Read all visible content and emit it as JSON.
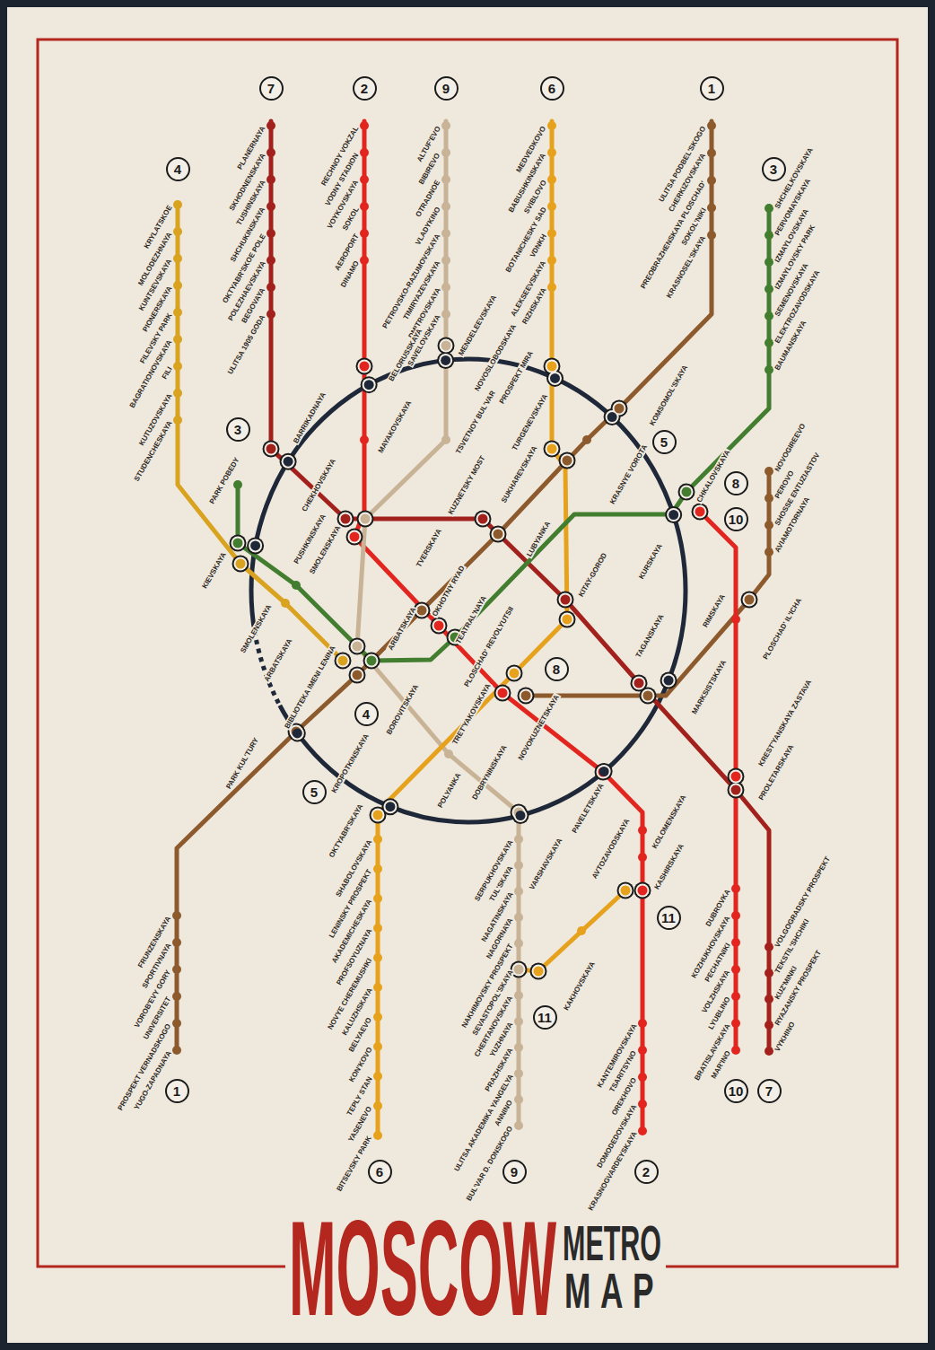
{
  "diagram": {
    "title": "MOSCOW",
    "nodes": [
      {
        "text": [
          "7"
        ]
      },
      {
        "text": [
          "2"
        ]
      },
      {
        "text": [
          "9"
        ]
      },
      {
        "text": [
          "6"
        ]
      },
      {
        "text": [
          "1"
        ]
      },
      {
        "text": [
          "4"
        ]
      },
      {
        "text": [
          "3"
        ]
      },
      {
        "text": [
          "3"
        ]
      },
      {
        "text": [
          "5"
        ]
      },
      {
        "text": [
          "8"
        ]
      },
      {
        "text": [
          "10"
        ]
      },
      {
        "text": [
          "8"
        ]
      },
      {
        "text": [
          "4"
        ]
      },
      {
        "text": [
          "5"
        ]
      },
      {
        "text": [
          "11"
        ]
      },
      {
        "text": [
          "11"
        ]
      },
      {
        "text": [
          "1"
        ]
      },
      {
        "text": [
          "10"
        ]
      },
      {
        "text": [
          "7"
        ]
      },
      {
        "text": [
          "6"
        ]
      },
      {
        "text": [
          "9"
        ]
      },
      {
        "text": [
          "2"
        ]
      }
    ],
    "labels": [
      "KRYLATSKOE",
      "MOLODEZHNAYA",
      "KUNTSEVSKAYA",
      "PIONERSKAYA",
      "FILEVSKY PARK",
      "BAGRATIONOVSKAYA",
      "FILI",
      "KUTUZOVSKAYA",
      "STUDENCHESKAYA",
      "PLANERNAYA",
      "SKHODNENSKAYA",
      "TUSHINSKAYA",
      "SHCHUKINSKAYA",
      "OKTYABR'SKOE POLE",
      "POLEZHAEVSKAYA",
      "BEGOVAYA",
      "ULITSA 1905 GODA",
      "RECHNOY VOKZAL",
      "VODNY STADION",
      "VOYKOVSKAYA",
      "SOKOL",
      "AEROPORT",
      "DINAMO",
      "ALTUF'EVO",
      "BIBIREVO",
      "OTRADNOE",
      "VLADYKINO",
      "PETROVSKO-RAZUMOVSKAYA",
      "TIMIRYAZEVSKAYA",
      "DMITROVSKAYA",
      "SAVELOVSKAYA",
      "MEDVEDKOVO",
      "BABUSHKINSKAYA",
      "SVIBLOVO",
      "BOTANICHESKY SAD",
      "VDNKH",
      "ALEKSEEVSKAYA",
      "RIZHSKAYA",
      "ULITSA PODBEL'SKOGO",
      "CHERKIZOVSKAYA",
      "PREOBRAZHENSKAYA PLOSCHAD'",
      "SOKOL'NIKI",
      "KRASNOSEL'SKAYA",
      "SHCHELKOVSKAYA",
      "PERVOMAYSKAYA",
      "IZMAYLOVSKAYA",
      "IZMAYLOVSKY PARK",
      "SEMENOVSKAYA",
      "ELEKTROZAVODSKAYA",
      "BAUMANSKAYA",
      "NOVOGIREEVO",
      "PEROVO",
      "SHOSSE ENTUZIASTOV",
      "AVIAMOTORNAYA",
      "MENDELEEVSKAYA",
      "NOVOSLOBODSKAYA",
      "BELORUSSKAYA",
      "PROSPEKT MIRA",
      "KOMSOMOL'SKAYA",
      "BARRIKADNAYA",
      "MAYAKOVSKAYA",
      "TSVETNOY BUL'VAR",
      "SUKHAREVSKAYA",
      "TURGENEVSKAYA",
      "KRASNYE VOROTA",
      "CHEKHOVSKAYA",
      "PUSHKINSKAYA",
      "TVERSKAYA",
      "KUZNETSKY MOST",
      "LUBYANKA",
      "OKHOTNY RYAD",
      "TEATRAL'NAYA",
      "PLOSCHAD' REVOLYUTSII",
      "KITAY-GOROD",
      "KURSKAYA",
      "CHKALOVSKAYA",
      "RIMSKAYA",
      "PLOSCHAD' IL'ICHA",
      "KIEVSKAYA",
      "PARK POBEDY",
      "SMOLENSKAYA",
      "SMOLENSKAYA",
      "ARBATSKAYA",
      "ARBATSKAYA",
      "BIBLIOTEKA IMENI LENINA",
      "BOROVITSKAYA",
      "KROPOTKINSKAYA",
      "TRET'YAKOVSKAYA",
      "NOVOKUZNETSKAYA",
      "TAGANSKAYA",
      "MARKSISTSKAYA",
      "PAVELETSKAYA",
      "DOBRYNINSKAYA",
      "POLYANKA",
      "OKTYABR'SKAYA",
      "PARK KUL'TURY",
      "KREST'YANSKAYA ZASTAVA",
      "PROLETARSKAYA",
      "VARSHAVSKAYA",
      "KAKHOVSKAYA",
      "AVTOZAVODSKAYA",
      "KOLOMENSKAYA",
      "KASHIRSKAYA",
      "FRUNZENSKAYA",
      "SPORTIVNAYA",
      "VOROB'EVY GORY",
      "UNIVERSITET",
      "PROSPEKT VERNADSKOGO",
      "YUGO-ZAPADNAYA",
      "SHABOLOVSKAYA",
      "LENINSKY PROSPEKT",
      "AKADEMICHESKAYA",
      "PROFSOYUZNAYA",
      "NOVYE CHEREMUSHKI",
      "KALUZHSKAYA",
      "BELYAEVO",
      "KON'KOVO",
      "TEPLY STAN",
      "YASENEVO",
      "BITSEVSKY PARK",
      "SERPUKHOVSKAYA",
      "TUL'SKAYA",
      "NAGATINSKAYA",
      "NAGORNAYA",
      "NAKHIMOVSKY PROSPEKT",
      "SEVASTOPOL'SKAYA",
      "CHERTANOVSKAYA",
      "YUZHNAYA",
      "PRAZHSKAYA",
      "ULITSA AKADEMIKA YANGELYA",
      "ANNINO",
      "BUL'VAR D. DONSKOGO",
      "KANTEMIROVSKAYA",
      "TSARITSYNO",
      "OREKHOVO",
      "DOMODEDOVSKAYA",
      "KRASNOGVARDEYSKAYA",
      "DUBROVKA",
      "KOZHUKHOVSKAYA",
      "PECHATNIKI",
      "VOLZHSKAYA",
      "LYUBLINO",
      "BRATISLAVSKAYA",
      "MAR'INO",
      "VOLGOGRADSKY PROSPEKT",
      "TEKSTIL'SHCHIKI",
      "KUZ'MINKI",
      "RYAZANSKY PROSPEKT",
      "VYKHINO",
      "METRO",
      "MAP"
    ]
  }
}
